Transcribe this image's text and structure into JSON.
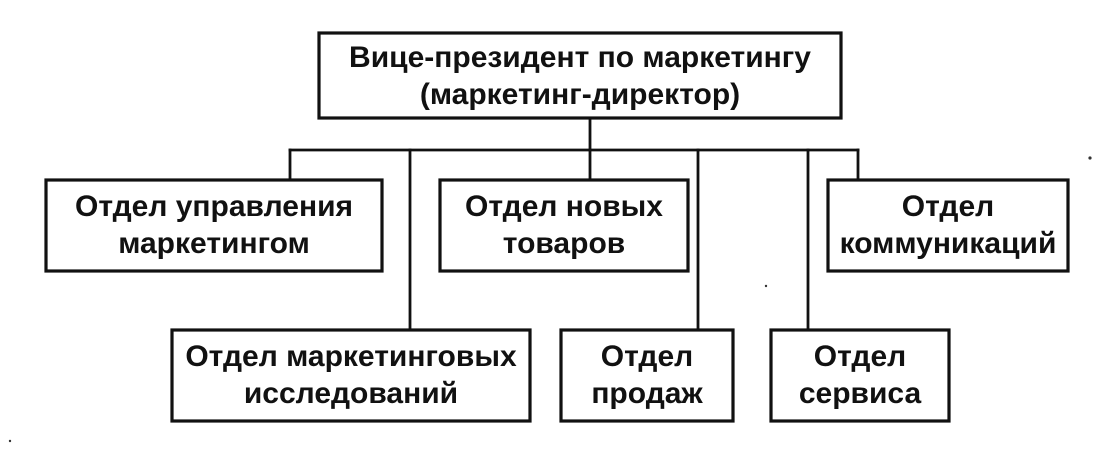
{
  "nodes": {
    "vp": {
      "line1": "Вице-президент по маркетингу",
      "line2": "(маркетинг-директор)"
    },
    "management": {
      "line1": "Отдел управления",
      "line2": "маркетингом"
    },
    "new_products": {
      "line1": "Отдел новых",
      "line2": "товаров"
    },
    "communications": {
      "line1": "Отдел",
      "line2": "коммуникаций"
    },
    "research": {
      "line1": "Отдел маркетинговых",
      "line2": "исследований"
    },
    "sales": {
      "line1": "Отдел",
      "line2": "продаж"
    },
    "service": {
      "line1": "Отдел",
      "line2": "сервиса"
    }
  },
  "colors": {
    "stroke": "#111111",
    "background": "#ffffff"
  }
}
